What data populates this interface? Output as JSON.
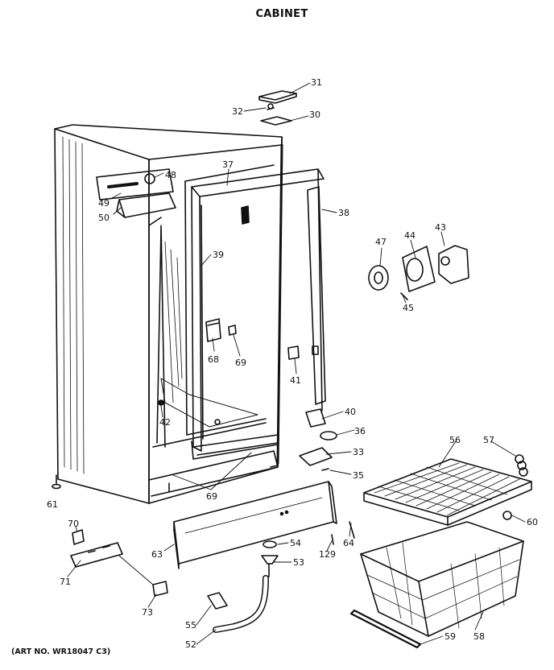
{
  "header": {
    "title": "CABINET"
  },
  "footer": {
    "art_number": "(ART NO. WR18047 C3)"
  },
  "callouts": [
    {
      "key": "31",
      "label": "31"
    },
    {
      "key": "32",
      "label": "32"
    },
    {
      "key": "30",
      "label": "30"
    },
    {
      "key": "37",
      "label": "37"
    },
    {
      "key": "48",
      "label": "48"
    },
    {
      "key": "49",
      "label": "49"
    },
    {
      "key": "50",
      "label": "50"
    },
    {
      "key": "38",
      "label": "38"
    },
    {
      "key": "47",
      "label": "47"
    },
    {
      "key": "44",
      "label": "44"
    },
    {
      "key": "43",
      "label": "43"
    },
    {
      "key": "39",
      "label": "39"
    },
    {
      "key": "45",
      "label": "45"
    },
    {
      "key": "68",
      "label": "68"
    },
    {
      "key": "69a",
      "label": "69"
    },
    {
      "key": "41",
      "label": "41"
    },
    {
      "key": "42",
      "label": "42"
    },
    {
      "key": "40",
      "label": "40"
    },
    {
      "key": "36",
      "label": "36"
    },
    {
      "key": "56",
      "label": "56"
    },
    {
      "key": "57",
      "label": "57"
    },
    {
      "key": "33",
      "label": "33"
    },
    {
      "key": "35",
      "label": "35"
    },
    {
      "key": "69b",
      "label": "69"
    },
    {
      "key": "61",
      "label": "61"
    },
    {
      "key": "60",
      "label": "60"
    },
    {
      "key": "70",
      "label": "70"
    },
    {
      "key": "54",
      "label": "54"
    },
    {
      "key": "64",
      "label": "64"
    },
    {
      "key": "63",
      "label": "63"
    },
    {
      "key": "129",
      "label": "129"
    },
    {
      "key": "53",
      "label": "53"
    },
    {
      "key": "71",
      "label": "71"
    },
    {
      "key": "73",
      "label": "73"
    },
    {
      "key": "55",
      "label": "55"
    },
    {
      "key": "59",
      "label": "59"
    },
    {
      "key": "58",
      "label": "58"
    },
    {
      "key": "52",
      "label": "52"
    }
  ]
}
